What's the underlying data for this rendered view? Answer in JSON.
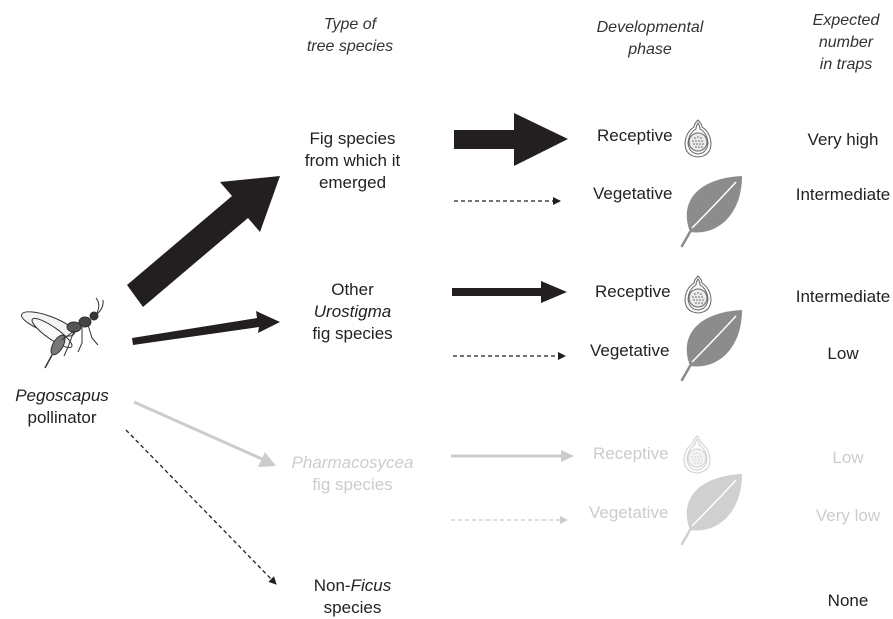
{
  "headers": {
    "tree_type": [
      "Type of",
      "tree species"
    ],
    "phase": [
      "Developmental",
      "phase"
    ],
    "expected": [
      "Expected",
      "number",
      "in traps"
    ]
  },
  "pollinator": {
    "genus": "Pegoscapus",
    "word": "pollinator",
    "icon": "wasp-icon"
  },
  "tree_species": {
    "emerged": [
      "Fig species",
      "from which it",
      "emerged"
    ],
    "urostigma": {
      "pre": "Other",
      "genus": "Urostigma",
      "post": "fig species"
    },
    "pharmacosycea": {
      "genus": "Pharmacosycea",
      "post": "fig species"
    },
    "non_ficus": {
      "pre": "Non-",
      "genus": "Ficus",
      "post": "species"
    }
  },
  "phases": {
    "receptive": "Receptive",
    "vegetative": "Vegetative",
    "receptive_icon": "fig-icon",
    "vegetative_icon": "leaf-icon"
  },
  "expected": {
    "emerged_receptive": "Very high",
    "emerged_vegetative": "Intermediate",
    "urostigma_receptive": "Intermediate",
    "urostigma_vegetative": "Low",
    "pharmacosycea_receptive": "Low",
    "pharmacosycea_vegetative": "Very low",
    "non_ficus": "None"
  },
  "colors": {
    "strong": "#231f20",
    "faint": "#cccccc",
    "leaf": "#8c8c8c",
    "leaf_faint": "#d0d0d0"
  }
}
